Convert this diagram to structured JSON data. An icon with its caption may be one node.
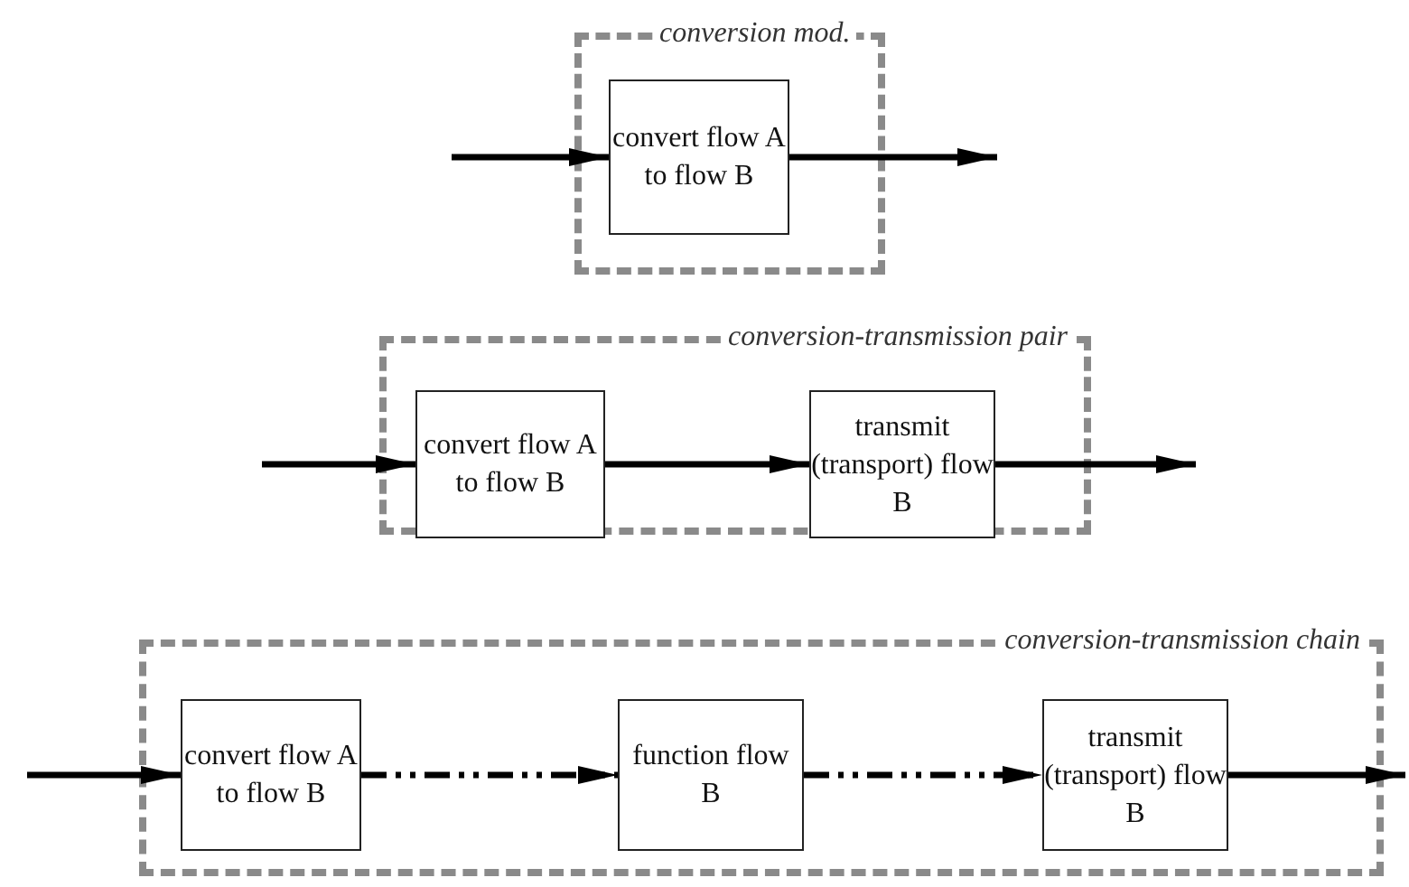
{
  "diagram": {
    "nodes": [
      {
        "text": [
          "conversion mod."
        ]
      },
      {
        "text": [
          "convert flow A to flow B"
        ],
        "in": 0
      },
      {
        "text": [
          "conversion-transmission pair"
        ]
      },
      {
        "text": [
          "convert flow A to flow B"
        ],
        "in": 2
      },
      {
        "text": [
          "transmit (transport) flow B"
        ],
        "in": 2
      },
      {
        "text": [
          "conversion-transmission chain"
        ]
      },
      {
        "text": [
          "convert flow A to flow B"
        ],
        "in": 5
      },
      {
        "text": [
          "function flow B"
        ],
        "in": 5
      },
      {
        "text": [
          "transmit (transport) flow B"
        ],
        "in": 5
      }
    ],
    "edges": [
      {
        "from": null,
        "to": 1,
        "arrow": "to"
      },
      {
        "from": 1,
        "to": null,
        "arrow": "to"
      },
      {
        "from": null,
        "to": 3,
        "arrow": "to"
      },
      {
        "from": 3,
        "to": 4,
        "arrow": "to"
      },
      {
        "from": 4,
        "to": null,
        "arrow": "to"
      },
      {
        "from": null,
        "to": 6,
        "arrow": "to"
      },
      {
        "from": 6,
        "to": 7,
        "arrow": "to",
        "style": "dashed"
      },
      {
        "from": 7,
        "to": 8,
        "arrow": "to",
        "style": "dashed"
      },
      {
        "from": 8,
        "to": null,
        "arrow": "to"
      }
    ]
  }
}
